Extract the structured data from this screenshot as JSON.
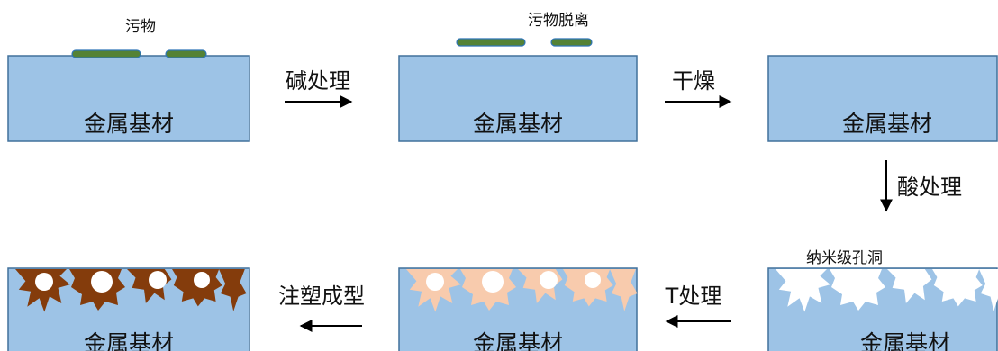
{
  "substrate_label": "金属基材",
  "annotations": {
    "dirt": "污物",
    "dirt_removed": "污物脱离",
    "nano_pores": "纳米级孔洞"
  },
  "steps": {
    "alkali": "碱处理",
    "dry": "干燥",
    "acid": "酸处理",
    "t_treatment": "T处理",
    "injection": "注塑成型"
  },
  "colors": {
    "substrate_fill": "#9dc3e6",
    "substrate_stroke": "#41719c",
    "dirt_fill": "#548235",
    "dirt_stroke": "#2e75b6",
    "pore_fill": "#ffffff",
    "t_layer_fill": "#f8cbad",
    "plastic_fill": "#843c0c",
    "arrow": "#000000"
  }
}
